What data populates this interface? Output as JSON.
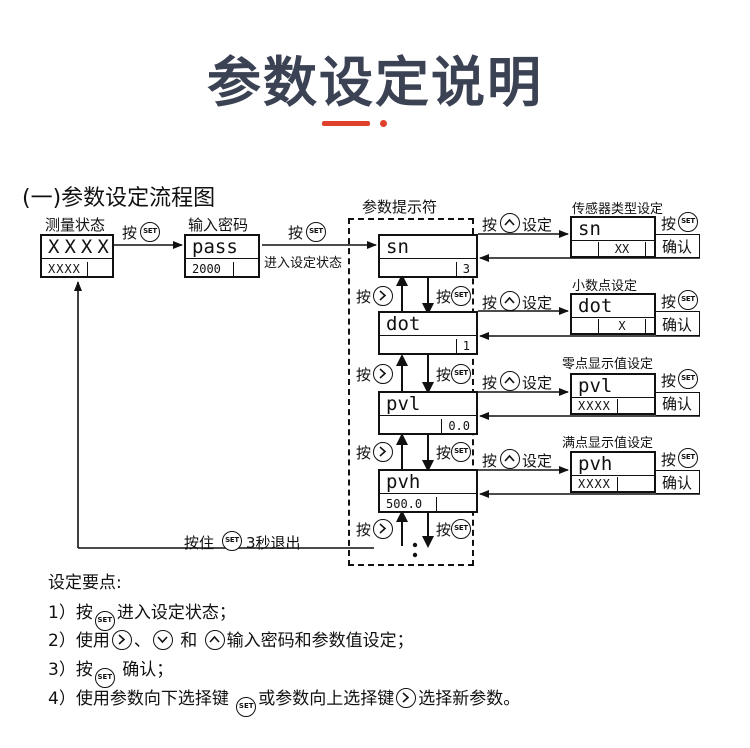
{
  "page_title": "参数设定说明",
  "section_title": "(一)参数设定流程图",
  "keys": {
    "set_text": "SET"
  },
  "measure": {
    "label": "测量状态",
    "top": "XXXX",
    "bottom": "XXXX"
  },
  "password": {
    "label": "输入密码",
    "top": "pass",
    "bottom": "2000"
  },
  "enter_setting": "进入设定状态",
  "param_prompt_label": "参数提示符",
  "params": [
    {
      "top": "sn",
      "bottom": "3"
    },
    {
      "top": "dot",
      "bottom": "1"
    },
    {
      "top": "pvl",
      "bottom": "0.0"
    },
    {
      "top": "pvh",
      "bottom": "500.0"
    }
  ],
  "settings": [
    {
      "label": "传感器类型设定",
      "top": "sn",
      "bottom": "XX"
    },
    {
      "label": "小数点设定",
      "top": "dot",
      "bottom": "X"
    },
    {
      "label": "零点显示值设定",
      "top": "pvl",
      "bottom": "XXXX"
    },
    {
      "label": "满点显示值设定",
      "top": "pvh",
      "bottom": "XXXX"
    }
  ],
  "words": {
    "press": "按",
    "set": "设定",
    "confirm": "确认"
  },
  "exit": {
    "press": "按住",
    "text": "3秒退出"
  },
  "notes": {
    "title": "设定要点:",
    "n1a": "1）按",
    "n1b": "进入设定状态；",
    "n2a": "2）使用",
    "n2b": "、",
    "n2c": "和",
    "n2d": "输入密码和参数值设定；",
    "n3a": "3）按",
    "n3b": "确认；",
    "n4a": "4）使用参数向下选择键",
    "n4b": "或参数向上选择键",
    "n4c": "选择新参数。"
  }
}
